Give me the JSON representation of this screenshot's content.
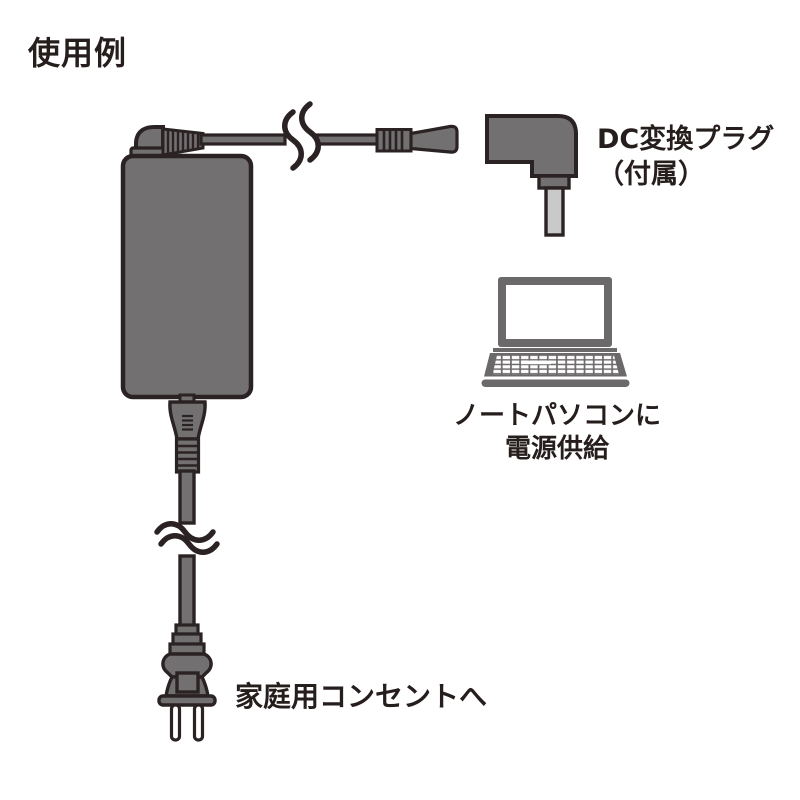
{
  "title": "使用例",
  "labels": {
    "dc_plug_line1": "DC変換プラグ",
    "dc_plug_line2": "（付属）",
    "laptop_line1": "ノートパソコンに",
    "laptop_line2": "電源供給",
    "outlet": "家庭用コンセントへ"
  },
  "colors": {
    "background": "#ffffff",
    "device_gray": "#727071",
    "laptop_gray": "#6b696a",
    "outline_dark": "#2b2323",
    "plug_barrel_light": "#c9c9c9",
    "prong_white": "#ffffff",
    "text": "#251e1c"
  },
  "parts": [
    "ac-adapter",
    "dc-cable",
    "cable-break-top",
    "dc-cable-plug",
    "dc-conversion-plug",
    "laptop",
    "ac-output-connector",
    "ac-cable",
    "cable-break-bottom",
    "ac-wall-plug"
  ]
}
